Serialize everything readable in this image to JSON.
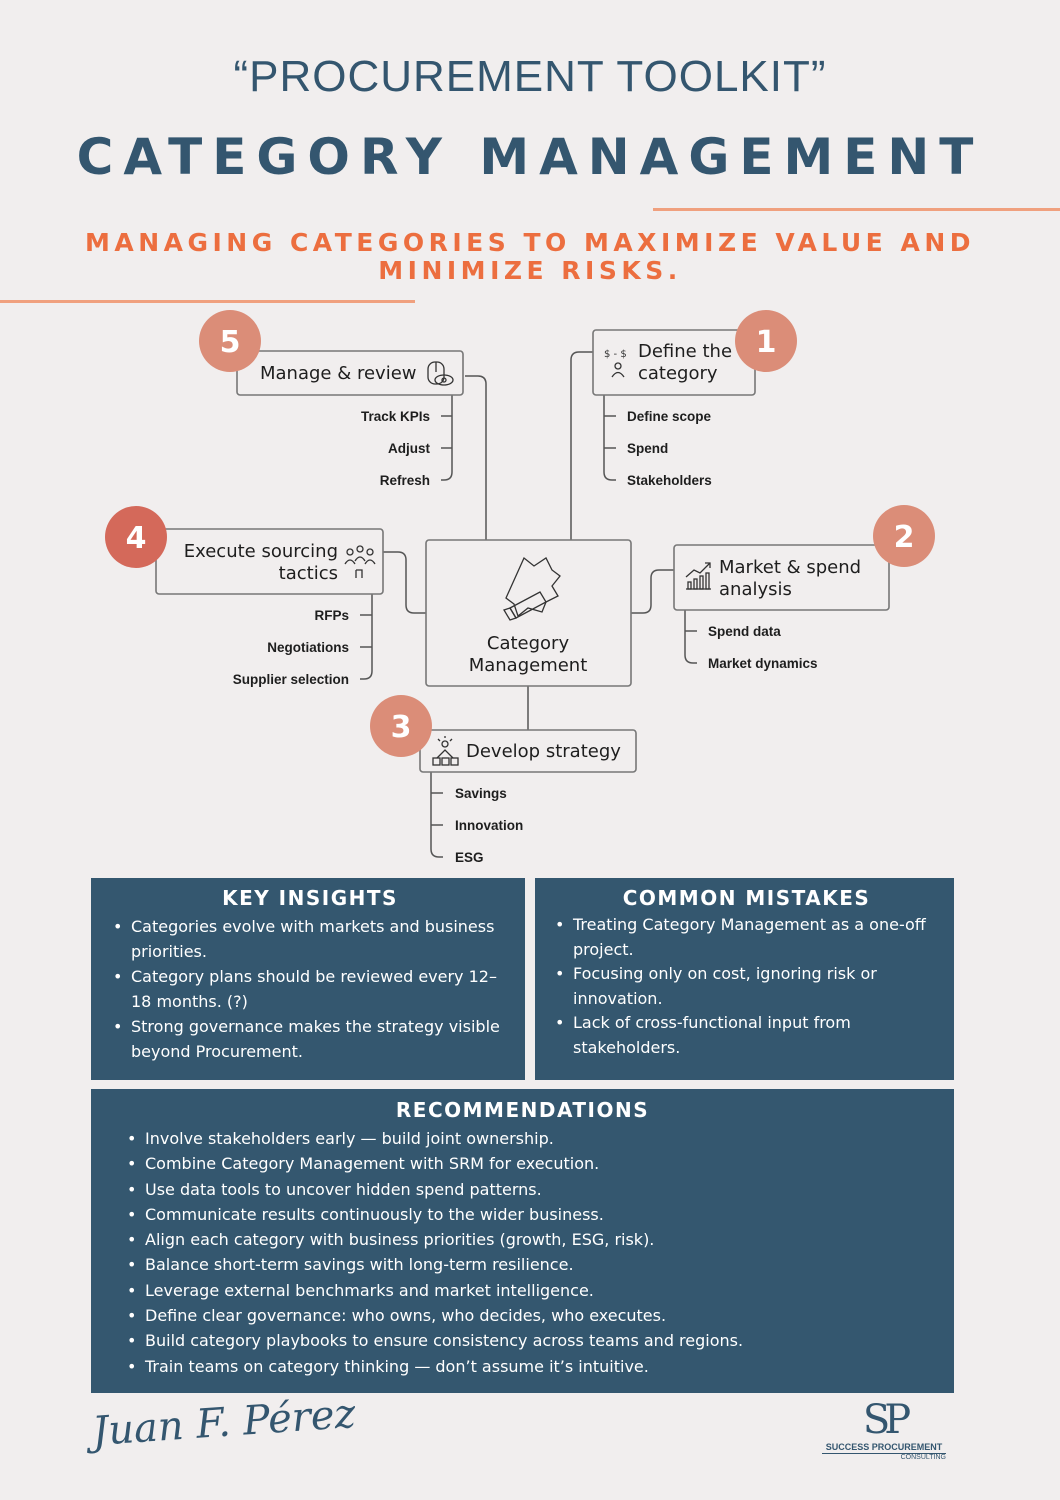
{
  "header": {
    "toolkit": "“PROCUREMENT TOOLKIT”",
    "title": "CATEGORY MANAGEMENT",
    "subtitle_1": "MANAGING CATEGORIES TO MAXIMIZE VALUE AND",
    "subtitle_2": "MINIMIZE RISKS."
  },
  "diagram": {
    "center": {
      "line1": "Category",
      "line2": "Management",
      "icon": "megaphone-icon"
    },
    "steps": [
      {
        "number": "1",
        "line1": "Define the",
        "line2": "category",
        "icon": "money-person-icon",
        "items": [
          "Define scope",
          "Spend",
          "Stakeholders"
        ]
      },
      {
        "number": "2",
        "line1": "Market & spend",
        "line2": "analysis",
        "icon": "chart-icon",
        "items": [
          "Spend data",
          "Market dynamics"
        ]
      },
      {
        "number": "3",
        "line1": "Develop strategy",
        "icon": "strategy-icon",
        "items": [
          "Savings",
          "Innovation",
          "ESG"
        ]
      },
      {
        "number": "4",
        "line1": "Execute sourcing",
        "line2": "tactics",
        "icon": "team-icon",
        "items": [
          "RFPs",
          "Negotiations",
          "Supplier selection"
        ]
      },
      {
        "number": "5",
        "line1": "Manage & review",
        "icon": "review-icon",
        "items": [
          "Track KPIs",
          "Adjust",
          "Refresh"
        ]
      }
    ],
    "colors": {
      "badge": "#db8d78",
      "badge_4": "#d4695a"
    }
  },
  "key_insights": {
    "title": "KEY INSIGHTS",
    "items": [
      "Categories evolve with markets and business priorities.",
      "Category plans should be reviewed every 12–18 months. (?)",
      "Strong governance makes the strategy visible beyond Procurement."
    ]
  },
  "common_mistakes": {
    "title": "COMMON MISTAKES",
    "items": [
      "Treating Category Management as a one-off project.",
      "Focusing only on cost, ignoring risk or innovation.",
      "Lack of cross-functional input from stakeholders."
    ]
  },
  "recommendations": {
    "title": "RECOMMENDATIONS",
    "items": [
      "Involve stakeholders early — build joint ownership.",
      "Combine Category Management with SRM for execution.",
      "Use data tools to uncover hidden spend patterns.",
      "Communicate results continuously to the wider business.",
      "Align each category with business priorities (growth, ESG, risk).",
      "Balance short-term savings with long-term resilience.",
      "Leverage external benchmarks and market intelligence.",
      "Define clear governance: who owns, who decides, who executes.",
      "Build category playbooks to ensure consistency across teams and regions.",
      "Train teams on category thinking — don’t assume it’s intuitive."
    ]
  },
  "footer": {
    "signature": "Juan F. Pérez",
    "logo_mark": "SP",
    "logo_name": "SUCCESS PROCUREMENT",
    "logo_sub": "CONSULTING"
  },
  "colors": {
    "navy": "#34566f",
    "panel": "#34576f",
    "accent_orange": "#ec6e3f",
    "rule": "#f0a07e",
    "background": "#f1eeee"
  }
}
